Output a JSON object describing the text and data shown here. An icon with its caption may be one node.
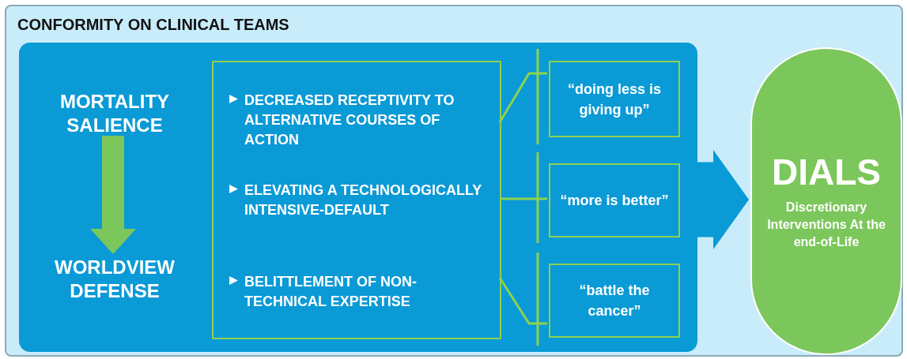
{
  "diagram": {
    "nodes": [
      {
        "text": [
          "CONFORMITY ON CLINICAL TEAMS"
        ]
      },
      {
        "text": [],
        "shape": "box",
        "in": 0
      },
      {
        "text": [
          "MORTALITY SALIENCE"
        ],
        "in": 1
      },
      {
        "text": [
          "WORLDVIEW DEFENSE"
        ],
        "in": 1
      },
      {
        "text": [
          "DECREASED RECEPTIVITY TO  ALTERNATIVE COURSES OF ACTION",
          "ELEVATING A TECHNOLOGICALLY INTENSIVE-DEFAULT",
          "BELITTLEMENT OF NON-TECHNICAL EXPERTISE"
        ],
        "in": 1
      },
      {
        "text": [
          "“doing less is giving up”"
        ],
        "in": 1
      },
      {
        "text": [
          "“more is better”"
        ],
        "in": 1
      },
      {
        "text": [
          "“battle the cancer”"
        ],
        "in": 1
      },
      {
        "text": [
          "DIALS",
          "Discretionary Interventions At the end-of-Life"
        ],
        "in": 0
      }
    ],
    "edges": [
      {
        "from": 2,
        "to": 3,
        "arrow": "to",
        "style": "thick",
        "color": "#7cc75b"
      },
      {
        "from": 4,
        "to": 5,
        "arrow": "none",
        "color": "#8fd14f"
      },
      {
        "from": 4,
        "to": 6,
        "arrow": "none",
        "color": "#8fd14f"
      },
      {
        "from": 4,
        "to": 7,
        "arrow": "none",
        "color": "#8fd14f"
      },
      {
        "from": 1,
        "to": 8,
        "arrow": "to",
        "style": "thick",
        "color": "#0a9ad6"
      }
    ]
  }
}
